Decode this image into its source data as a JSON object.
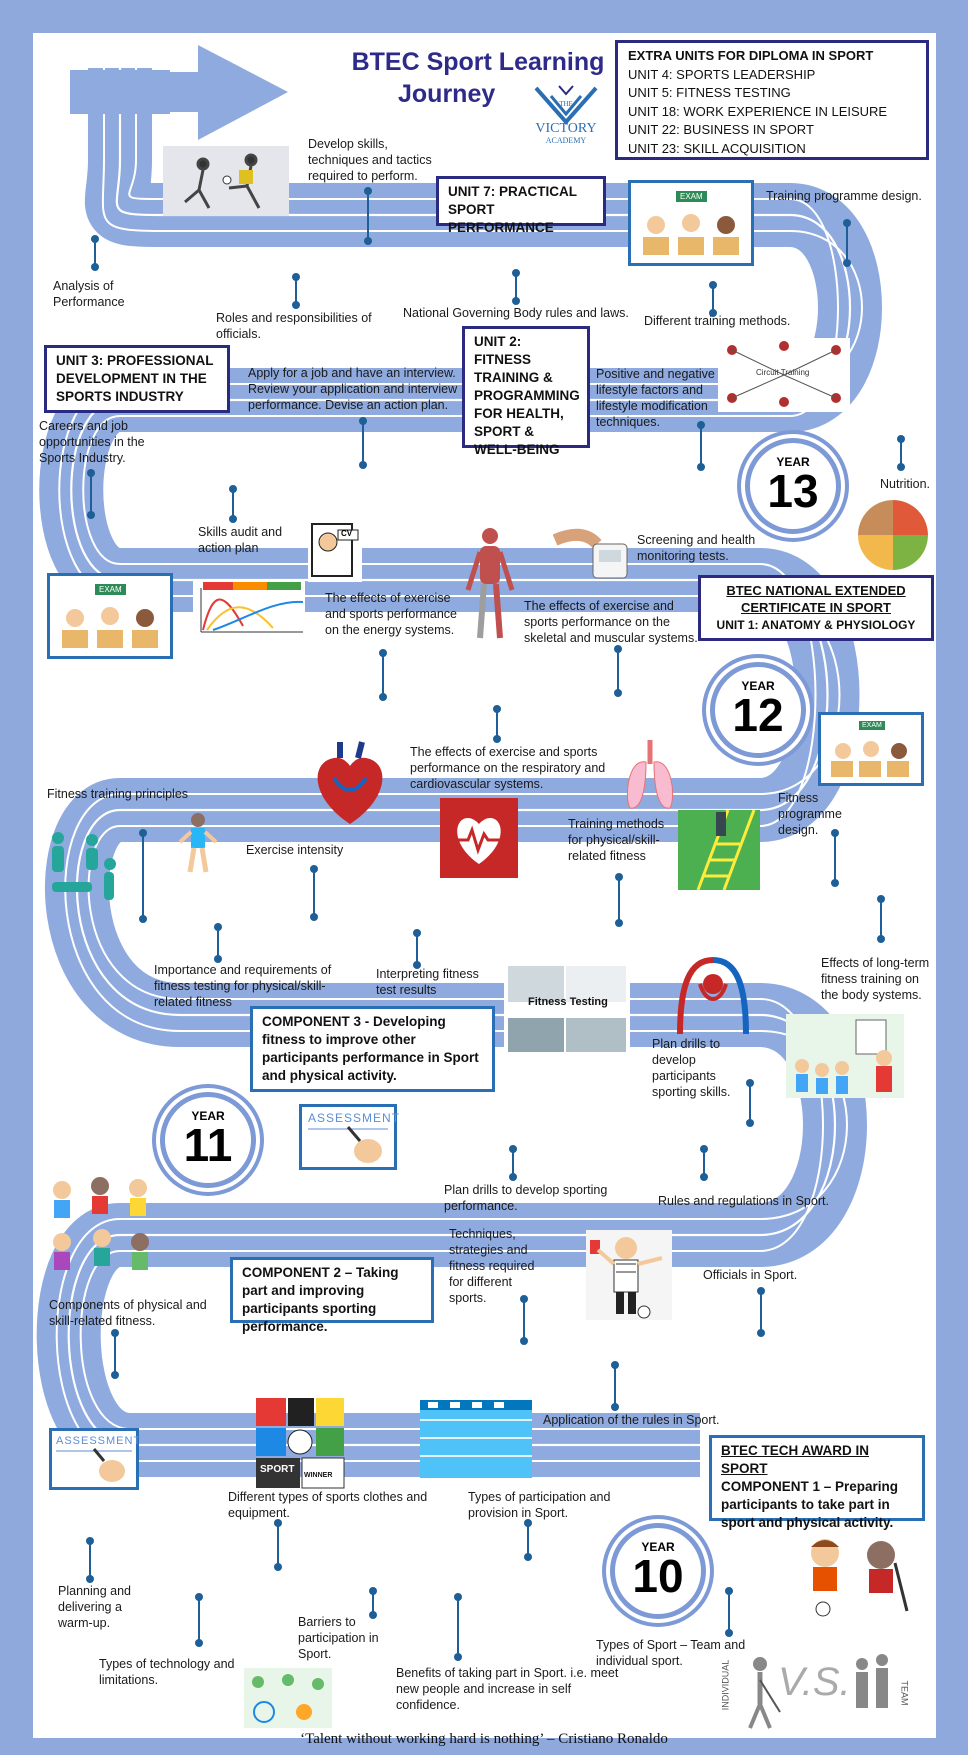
{
  "title_line1": "BTEC Sport Learning",
  "title_line2": "Journey",
  "logo": {
    "line1": "THE",
    "line2": "VICTORY",
    "line3": "ACADEMY"
  },
  "extra_units": {
    "heading": "EXTRA UNITS FOR DIPLOMA IN SPORT",
    "items": [
      "UNIT 4: SPORTS LEADERSHIP",
      "UNIT 5: FITNESS TESTING",
      "UNIT 18: WORK EXPERIENCE IN LEISURE",
      "UNIT 22: BUSINESS IN SPORT",
      "UNIT 23: SKILL ACQUISITION"
    ]
  },
  "boxes": {
    "unit7": "UNIT 7: PRACTICAL SPORT PERFORMANCE",
    "unit3": "UNIT 3: PROFESSIONAL DEVELOPMENT IN THE SPORTS INDUSTRY",
    "unit2": "UNIT 2: FITNESS TRAINING & PROGRAMMING FOR HEALTH, SPORT & WELL-BEING",
    "national_title": "BTEC NATIONAL EXTENDED CERTIFICATE  IN SPORT",
    "national_unit": "UNIT 1: ANATOMY & PHYSIOLOGY",
    "component3": "COMPONENT 3  - Developing fitness to improve other participants performance in Sport and physical activity.",
    "component2": "COMPONENT 2 – Taking part and improving participants sporting performance.",
    "tech_title": "BTEC TECH AWARD IN SPORT",
    "component1": "COMPONENT 1 – Preparing participants to take part in sport and physical activity."
  },
  "years": {
    "label": "YEAR",
    "y13": "13",
    "y12": "12",
    "y11": "11",
    "y10": "10"
  },
  "labels": {
    "develop_skills": "Develop skills, techniques and tactics required to perform.",
    "training_design": "Training programme design.",
    "analysis": "Analysis of Performance",
    "roles_officials": "Roles and responsibilities of officials.",
    "ngb_rules": "National Governing Body rules and laws.",
    "diff_methods": "Different training methods.",
    "apply_job": "Apply for a job and have an interview. Review your application and interview performance. Devise an action plan.",
    "lifestyle": "Positive and negative lifestyle factors and lifestyle modification techniques.",
    "careers": "Careers and job opportunities in the Sports Industry.",
    "nutrition": "Nutrition.",
    "skills_audit": "Skills audit and action plan",
    "screening": "Screening and health monitoring tests.",
    "energy_systems": "The effects of exercise and sports performance on the energy systems.",
    "skeletal": "The effects of exercise and sports performance on the skeletal and muscular systems.",
    "respiratory": "The effects of exercise and sports performance on the respiratory and cardiovascular systems.",
    "fitness_principles": "Fitness training principles",
    "exercise_intensity": "Exercise intensity",
    "training_methods": "Training methods for physical/skill-related fitness",
    "fitness_design": "Fitness programme design.",
    "long_term": "Effects of long-term fitness training on the body systems.",
    "importance_testing": "Importance and requirements of fitness testing for physical/skill-related fitness",
    "interpreting": "Interpreting fitness test results",
    "fitness_testing": "Fitness Testing",
    "plan_drills_dev": "Plan drills to develop participants sporting skills.",
    "plan_drills_perf": "Plan drills to develop sporting performance.",
    "rules_regs": "Rules and regulations in Sport.",
    "techniques": "Techniques, strategies and fitness required for different sports.",
    "officials": "Officials in Sport.",
    "components_fitness": "Components of physical and skill-related fitness.",
    "application_rules": "Application of the rules in Sport.",
    "clothes": "Different types of sports clothes and equipment.",
    "participation": "Types of participation and provision in Sport.",
    "warmup": "Planning and delivering a warm-up.",
    "barriers": "Barriers to participation in Sport.",
    "technology": "Types of technology and limitations.",
    "benefits": "Benefits of taking part in Sport. i.e. meet new people and increase in self confidence.",
    "types_sport": "Types of Sport – Team and individual sport."
  },
  "art": {
    "exam": "EXAM",
    "assessment": "ASSESSMENT",
    "cv": "CV",
    "circuit": "Circuit Training",
    "vs": "V.S.",
    "individual": "INDIVIDUAL",
    "team": "TEAM",
    "sport": "SPORT",
    "winner": "WINNER"
  },
  "quote": "‘Talent without working hard is nothing’ – Cristiano Ronaldo",
  "colors": {
    "track": "#8eaadf",
    "lane": "#ffffff",
    "border": "#2a2a80",
    "background": "#8fa9dc"
  }
}
